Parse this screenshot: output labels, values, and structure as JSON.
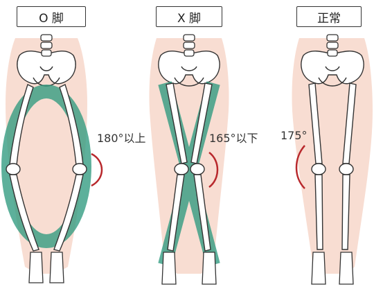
{
  "panels": [
    {
      "id": "o-leg",
      "title": "O 脚",
      "angle_label": "180°以上"
    },
    {
      "id": "x-leg",
      "title": "X 脚",
      "angle_label": "165°以下"
    },
    {
      "id": "normal",
      "title": "正常",
      "angle_label": "175°"
    }
  ],
  "colors": {
    "skin": "#f8ddd2",
    "bone_fill": "#ffffff",
    "bone_stroke": "#333333",
    "highlight": "#2f9a7f",
    "angle_arc": "#b8282c"
  }
}
